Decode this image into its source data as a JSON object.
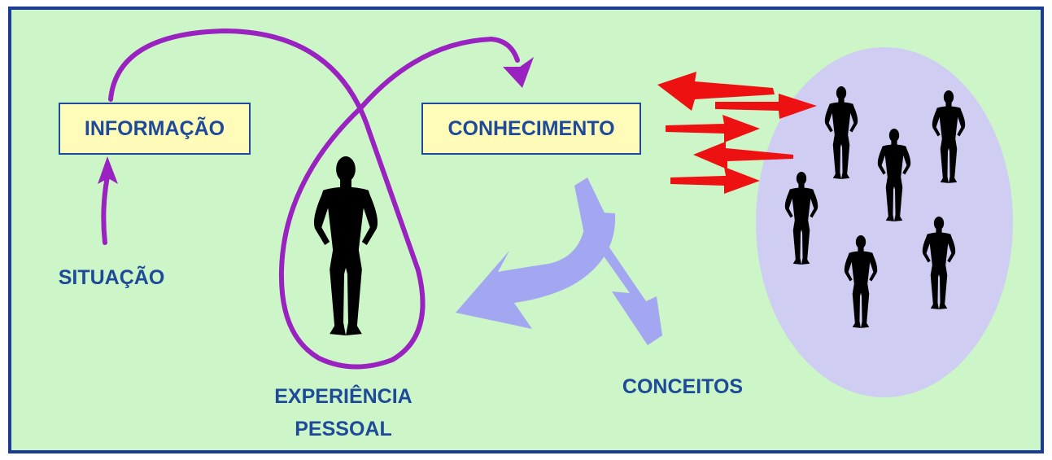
{
  "colors": {
    "background": "#ccf5c8",
    "border": "#1a3c96",
    "label_text": "#1f4a9a",
    "box_fill": "#fffbb8",
    "loop_curve": "#9a22c0",
    "exchange_arrows": "#ee1111",
    "split_arrow": "#a3a7f2",
    "group_ellipse": "#cfcdf1",
    "silhouette": "#000000"
  },
  "icons": {
    "person": "person-silhouette-icon",
    "group": "group-of-people-icon"
  },
  "labels": {
    "informacao": "INFORMAÇÃO",
    "conhecimento": "CONHECIMENTO",
    "situacao": "SITUAÇÃO",
    "experiencia_line1": "EXPERIÊNCIA",
    "experiencia_line2": "PESSOAL",
    "conceitos": "CONCEITOS"
  }
}
